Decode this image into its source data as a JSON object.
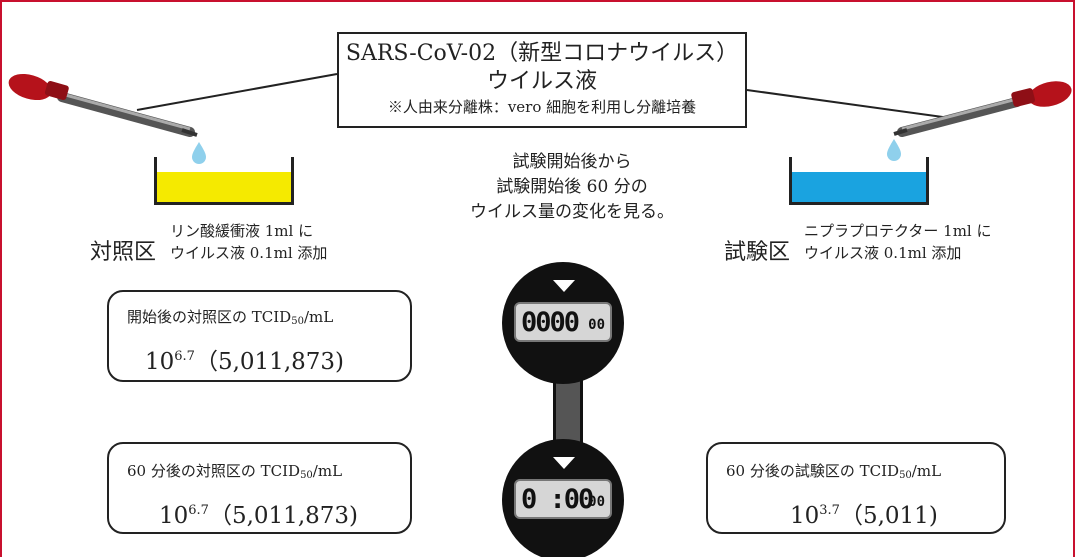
{
  "header": {
    "line1": "SARS-CoV-02（新型コロナウイルス）",
    "line2": "ウイルス液",
    "line3": "※人由来分離株：vero 細胞を利用し分離培養"
  },
  "center_text": [
    "試験開始後から",
    "試験開始後 60 分の",
    "ウイルス量の変化を見る。"
  ],
  "control": {
    "title": "対照区",
    "desc_line1": "リン酸緩衝液 1ml に",
    "desc_line2": "ウイルス液 0.1ml 添加",
    "liquid_color": "#f5ea00"
  },
  "test": {
    "title": "試験区",
    "desc_line1": "ニプラプロテクター 1ml に",
    "desc_line2": "ウイルス液 0.1ml 添加",
    "liquid_color": "#1aa3e0"
  },
  "timers": [
    {
      "big": "0000",
      "small": "00"
    },
    {
      "big": "0 :00",
      "small": "00"
    }
  ],
  "results": {
    "control_start": {
      "label_pre": "開始後の対照区の TCID",
      "label_sub": "50",
      "label_post": "/mL",
      "base": "10",
      "exp": "6.7",
      "paren": "（5,011,873)"
    },
    "control_60": {
      "label_pre": "60 分後の対照区の TCID",
      "label_sub": "50",
      "label_post": "/mL",
      "base": "10",
      "exp": "6.7",
      "paren": "（5,011,873)"
    },
    "test_60": {
      "label_pre": "60 分後の試験区の TCID",
      "label_sub": "50",
      "label_post": "/mL",
      "base": "10",
      "exp": "3.7",
      "paren": "（5,011)"
    }
  },
  "colors": {
    "frame": "#c8102e",
    "pipette_bulb": "#b5121b",
    "droplet": "#8fd0ec"
  }
}
